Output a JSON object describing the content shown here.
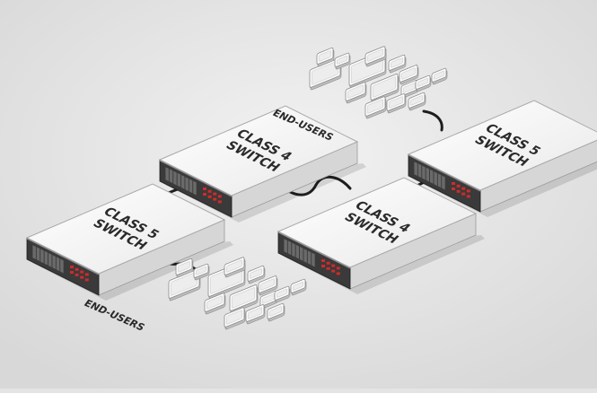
{
  "switches": [
    {
      "id": "class5-left",
      "line1": "CLASS 5",
      "line2": "SWITCH"
    },
    {
      "id": "class4-top",
      "line1": "CLASS 4",
      "line2": "SWITCH"
    },
    {
      "id": "class4-mid",
      "line1": "CLASS 4",
      "line2": "SWITCH"
    },
    {
      "id": "class5-right",
      "line1": "CLASS 5",
      "line2": "SWITCH"
    }
  ],
  "end_users": [
    {
      "id": "top-cluster",
      "label": "END-USERS"
    },
    {
      "id": "bottom-cluster",
      "label": "END-USERS"
    }
  ],
  "colors": {
    "background": "#e4e4e4",
    "server_top": "#f7f7f7",
    "server_side": "#d6d6d6",
    "server_front": "#3a3a3a",
    "cable": "#1e1e1e",
    "label_text": "#2a2a2a",
    "led_red": "#d12a2a"
  },
  "icons": [
    "server-icon",
    "laptop-icon",
    "tablet-icon",
    "phone-icon",
    "cable-icon"
  ]
}
